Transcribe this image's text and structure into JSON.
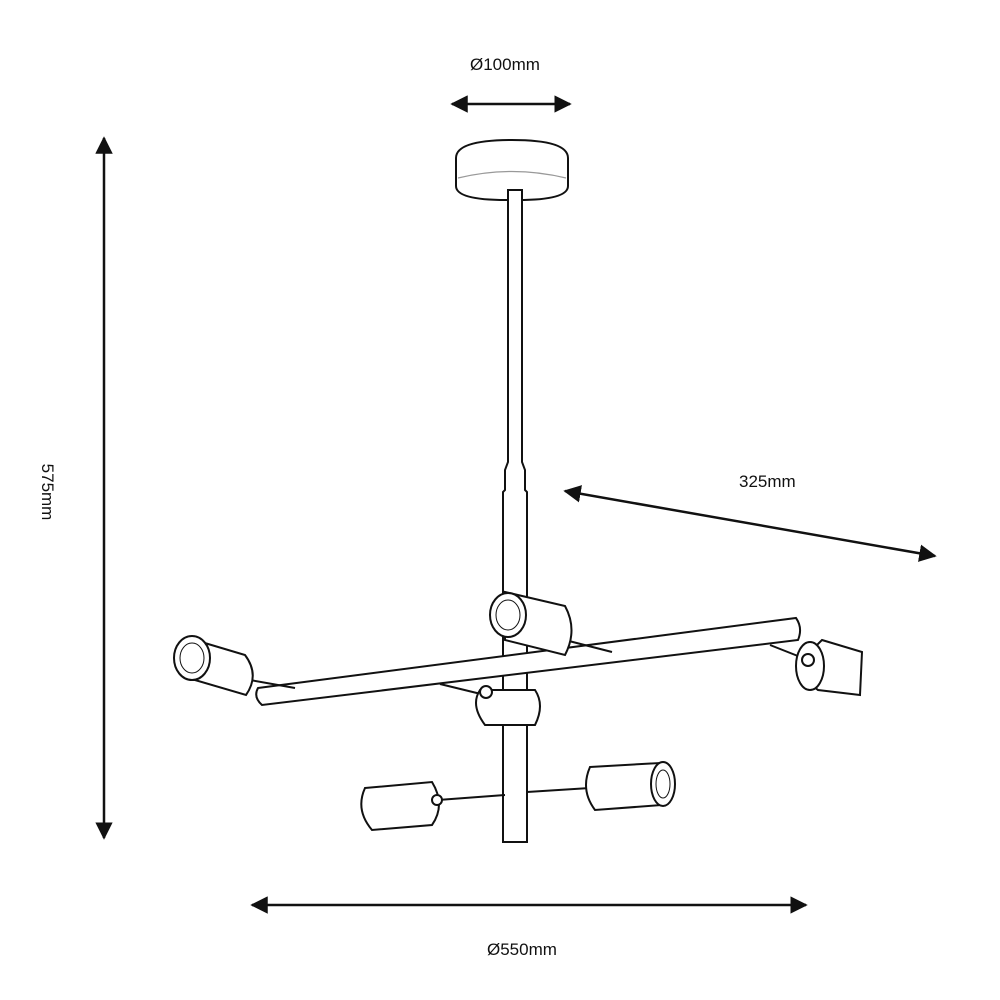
{
  "diagram": {
    "subject": "pendant light fixture, 6 spot heads",
    "dimensions": {
      "canopy_diameter": "Ø100mm",
      "total_height": "575mm",
      "arm_reach": "325mm",
      "overall_diameter": "Ø550mm"
    },
    "colors": {
      "line": "#111111",
      "background": "#ffffff"
    }
  }
}
